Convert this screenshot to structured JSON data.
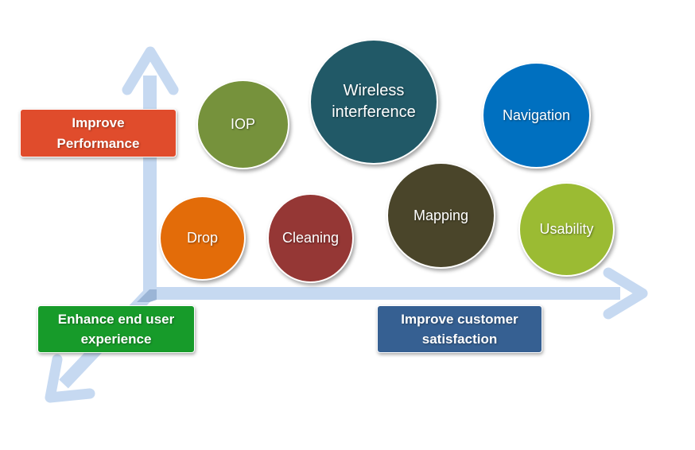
{
  "axes": {
    "y_label": "Improve\nPerformance",
    "x_label": "Improve customer\nsatisfaction",
    "z_label": "Enhance end user\nexperience"
  },
  "bubbles": [
    {
      "id": "iop",
      "label": "IOP",
      "color": "#76923c"
    },
    {
      "id": "wireless",
      "label": "Wireless\ninterference",
      "color": "#215967"
    },
    {
      "id": "navigation",
      "label": "Navigation",
      "color": "#0070c0"
    },
    {
      "id": "drop",
      "label": "Drop",
      "color": "#e36c09"
    },
    {
      "id": "cleaning",
      "label": "Cleaning",
      "color": "#953735"
    },
    {
      "id": "mapping",
      "label": "Mapping",
      "color": "#4a452a"
    },
    {
      "id": "usability",
      "label": "Usability",
      "color": "#9bbb33"
    }
  ],
  "colors": {
    "arrow": "#c6d9f1",
    "y_label_bg": "#e04c2c",
    "x_label_bg": "#366092",
    "z_label_bg": "#179b2a"
  }
}
